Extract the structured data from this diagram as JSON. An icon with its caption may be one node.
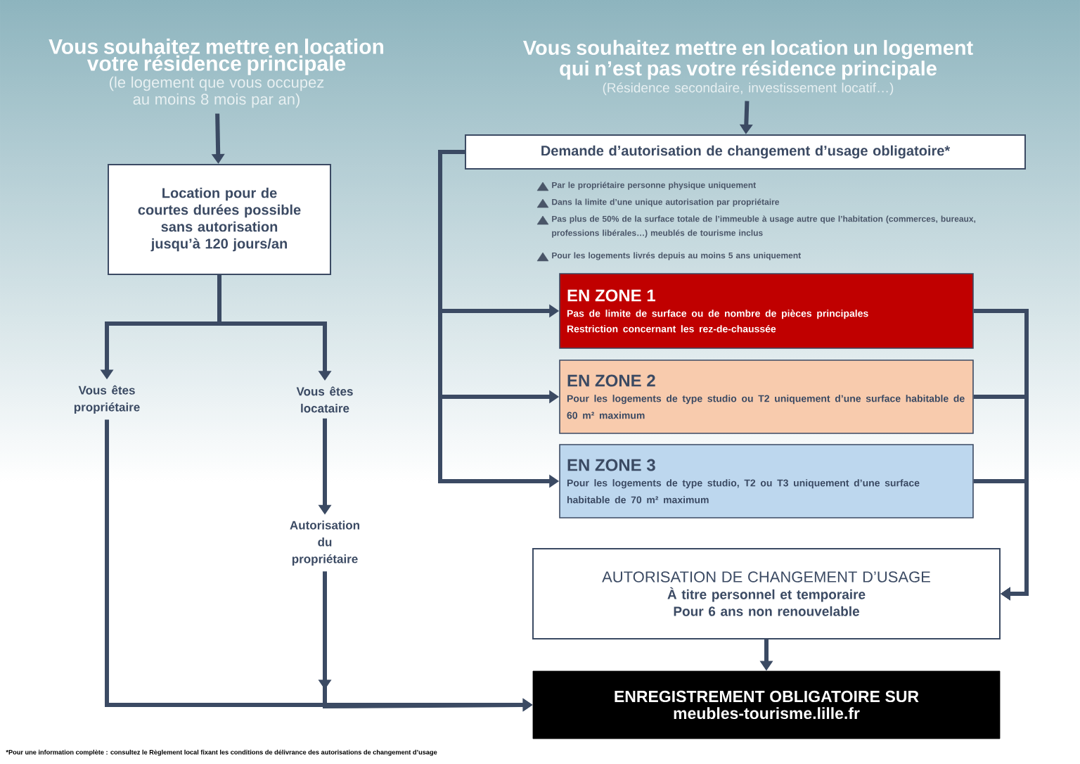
{
  "diagram": {
    "nodes": [
      {
        "text": [
          "Vous souhaitez mettre en location votre résidence principale",
          "(le logement que vous occupez au moins 8 mois par an)"
        ]
      },
      {
        "text": [
          "Location pour de courtes durées possible sans autorisation jusqu’à 120 jours/an"
        ]
      },
      {
        "text": [
          "Vous êtes propriétaire"
        ]
      },
      {
        "text": [
          "Vous êtes locataire"
        ]
      },
      {
        "text": [
          "Autorisation du propriétaire"
        ]
      },
      {
        "text": [
          "Vous souhaitez mettre en location un logement qui n’est pas votre résidence principale",
          "(Résidence secondaire, investissement locatif…)"
        ]
      },
      {
        "text": [
          "Demande d’autorisation de changement d’usage obligatoire*"
        ]
      },
      {
        "text": [
          "EN ZONE 1",
          "Pas de limite de surface ou de nombre de pièces principales",
          "Restriction concernant les rez-de-chaussée"
        ]
      },
      {
        "text": [
          "EN ZONE 2",
          "Pour les logements de type studio ou T2 uniquement d’une surface habitable de 60 m² maximum"
        ]
      },
      {
        "text": [
          "EN ZONE 3",
          "Pour les logements de type studio, T2 ou T3 uniquement d’une surface habitable de 70 m² maximum"
        ]
      },
      {
        "text": [
          "AUTORISATION DE CHANGEMENT D’USAGE",
          "À titre personnel et temporaire",
          "Pour 6 ans non renouvelable"
        ]
      },
      {
        "text": [
          "ENREGISTREMENT OBLIGATOIRE SUR",
          "meubles-tourisme.lille.fr"
        ]
      }
    ],
    "edges": [
      {
        "from": 0,
        "to": 1,
        "arrow": "to"
      },
      {
        "from": 1,
        "to": 2,
        "arrow": "to"
      },
      {
        "from": 1,
        "to": 3,
        "arrow": "to"
      },
      {
        "from": 3,
        "to": 4,
        "arrow": "to"
      },
      {
        "from": 2,
        "to": 11,
        "arrow": "to"
      },
      {
        "from": 4,
        "to": 11,
        "arrow": "to"
      },
      {
        "from": 5,
        "to": 6,
        "arrow": "to"
      },
      {
        "from": 6,
        "to": 7,
        "arrow": "to"
      },
      {
        "from": 6,
        "to": 8,
        "arrow": "to"
      },
      {
        "from": 6,
        "to": 9,
        "arrow": "to"
      },
      {
        "from": 7,
        "to": 10,
        "arrow": "to"
      },
      {
        "from": 8,
        "to": 10,
        "arrow": "to"
      },
      {
        "from": 9,
        "to": 10,
        "arrow": "to"
      },
      {
        "from": 10,
        "to": 11,
        "arrow": "to"
      }
    ],
    "labels": [
      "Par le propriétaire personne physique uniquement",
      "Dans la limite d’une unique autorisation par propriétaire",
      "Pas plus de 50% de la surface totale de l’immeuble à usage autre que l’habitation (commerces, bureaux, professions libérales…) meublés de tourisme inclus",
      "Pour les logements livrés depuis au moins 5 ans uniquement",
      "*Pour une information complète : consultez le Règlement local fixant les conditions de délivrance des autorisations de changement d’usage"
    ]
  }
}
